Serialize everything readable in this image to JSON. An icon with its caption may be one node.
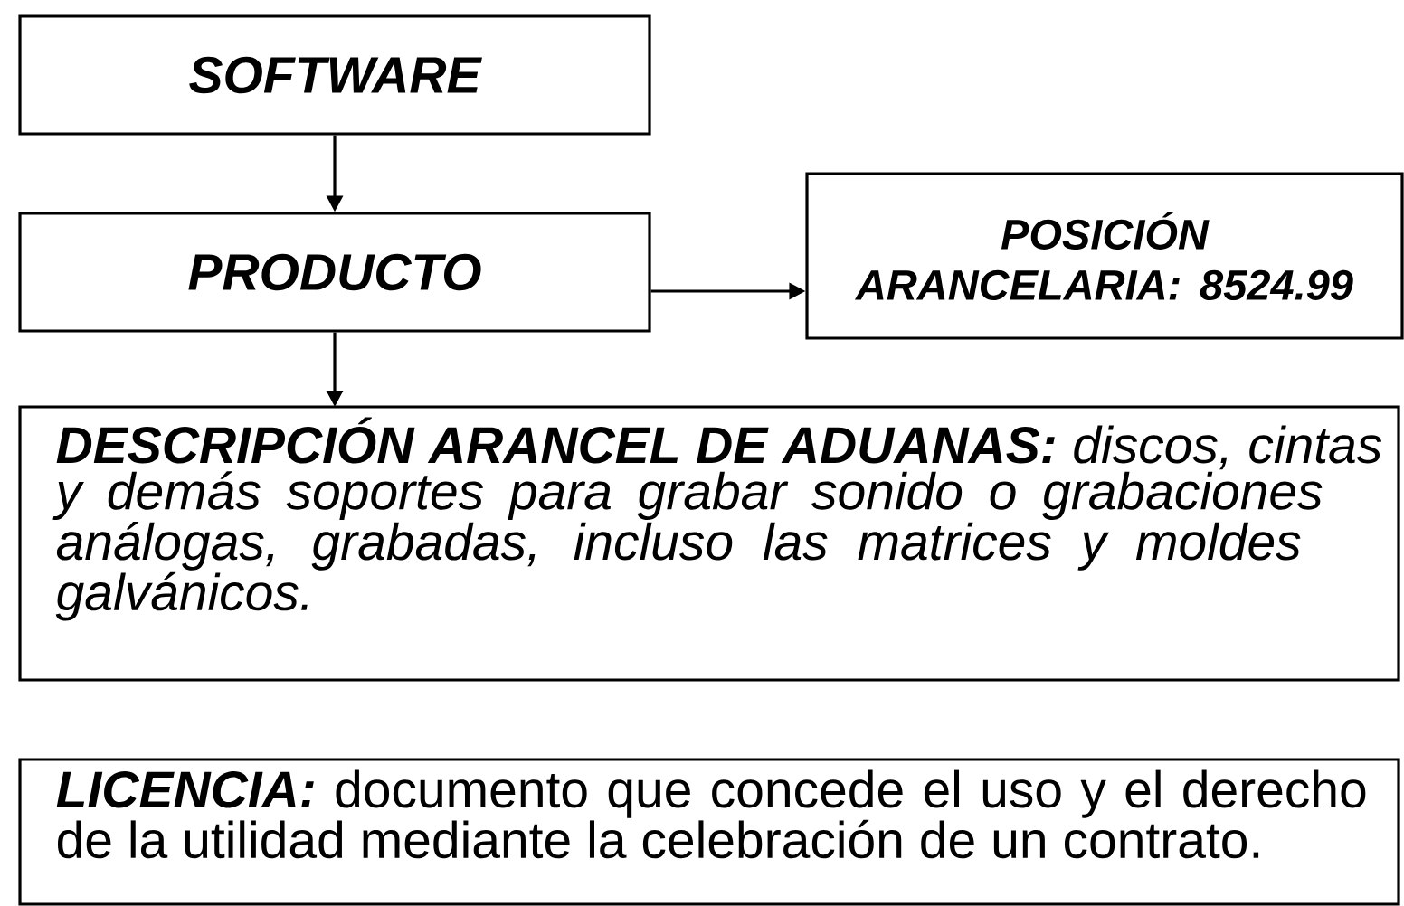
{
  "diagram": {
    "nodes": [
      {
        "text": [
          "SOFTWARE"
        ]
      },
      {
        "text": [
          "PRODUCTO"
        ]
      },
      {
        "text": [
          "POSICIÓN ARANCELARIA: 8524.99"
        ]
      },
      {
        "text": [
          "**DESCRIPCIÓN ARANCEL DE ADUANAS:** discos, cintas y demás soportes para grabar sonido o grabaciones análogas, grabadas, incluso las matrices y moldes galvánicos."
        ]
      },
      {
        "text": [
          "**LICENCIA:** documento que concede el uso y el derecho de la utilidad mediante la celebración de un contrato."
        ]
      }
    ],
    "edges": [
      {
        "from": 0,
        "to": 1,
        "arrow": "to"
      },
      {
        "from": 1,
        "to": 2,
        "arrow": "to"
      },
      {
        "from": 1,
        "to": 3,
        "arrow": "to"
      }
    ]
  }
}
